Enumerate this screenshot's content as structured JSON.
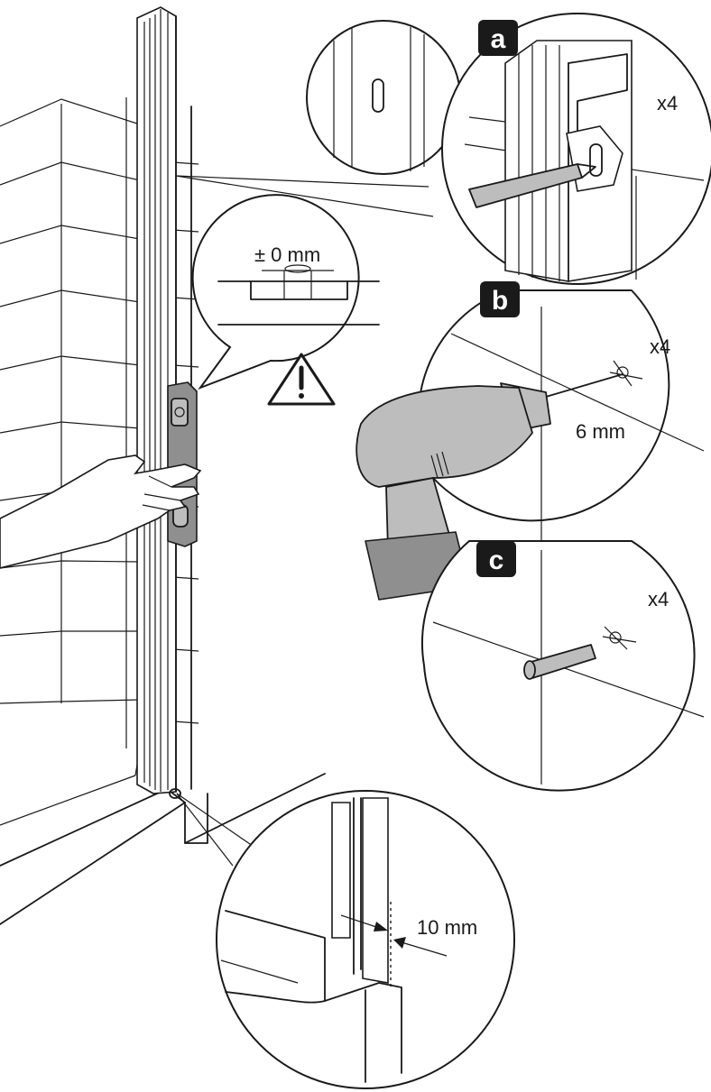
{
  "colors": {
    "ink": "#1a1a1a",
    "paper": "#ffffff",
    "tool_grey": "#bdbdbd",
    "tool_dark_grey": "#8f8f8f"
  },
  "icons": [
    "warning-triangle-icon",
    "drill-icon",
    "pencil-icon",
    "spirit-level-icon",
    "wall-plug-icon"
  ],
  "steps": {
    "a": {
      "badge": "a",
      "quantity": "x4"
    },
    "b": {
      "badge": "b",
      "quantity": "x4",
      "drill_size": "6 mm"
    },
    "c": {
      "badge": "c",
      "quantity": "x4"
    }
  },
  "level": {
    "reading": "± 0 mm"
  },
  "gap": {
    "measure": "10 mm"
  }
}
